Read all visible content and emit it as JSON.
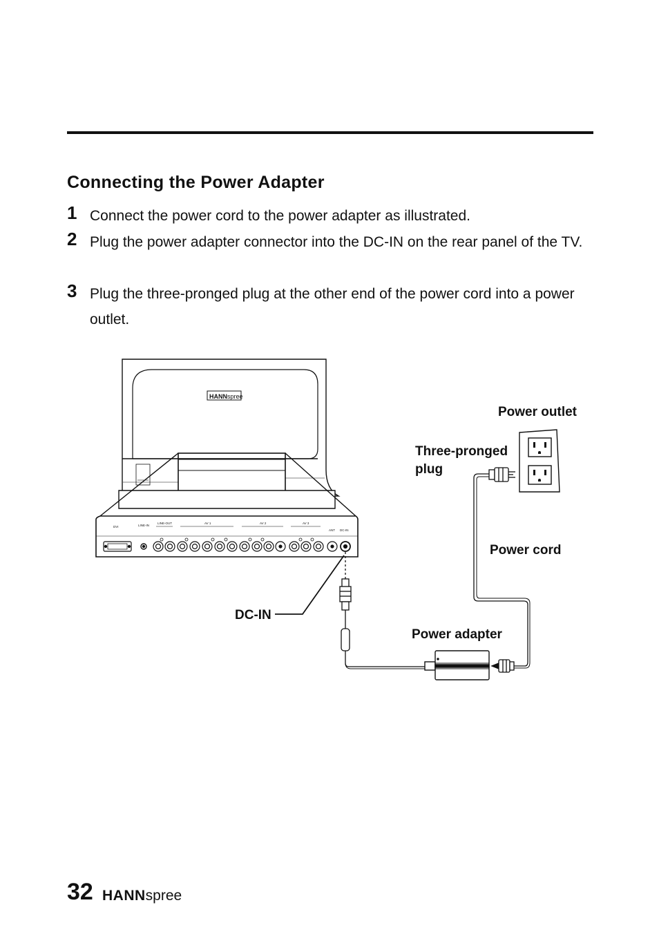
{
  "page": {
    "title": "Connecting the Power Adapter",
    "steps": [
      {
        "number": "1",
        "text": "Connect the power cord to the power adapter as illustrated."
      },
      {
        "number": "2",
        "text": "Plug the power adapter connector into the DC-IN on the rear panel of the TV."
      },
      {
        "number": "3",
        "text": "Plug the three-pronged plug at the other end of the power cord into a power outlet."
      }
    ],
    "page_number": "32",
    "brand": {
      "bold": "HANN",
      "light": "spree"
    }
  },
  "diagram": {
    "labels": {
      "power_outlet": "Power outlet",
      "three_pronged_plug_line1": "Three-pronged",
      "three_pronged_plug_line2": "plug",
      "power_cord": "Power cord",
      "power_adapter": "Power adapter",
      "dc_in": "DC-IN"
    },
    "tv_logo": {
      "bold": "HANN",
      "light": "spree"
    },
    "panel_labels": {
      "dvi": "DVI",
      "line_in": "LINE-IN",
      "line_out": "LINE-OUT",
      "av1": "AV 1",
      "av2": "AV 2",
      "av3": "AV 3",
      "ant": "ANT",
      "dc_in": "DC-IN"
    }
  }
}
